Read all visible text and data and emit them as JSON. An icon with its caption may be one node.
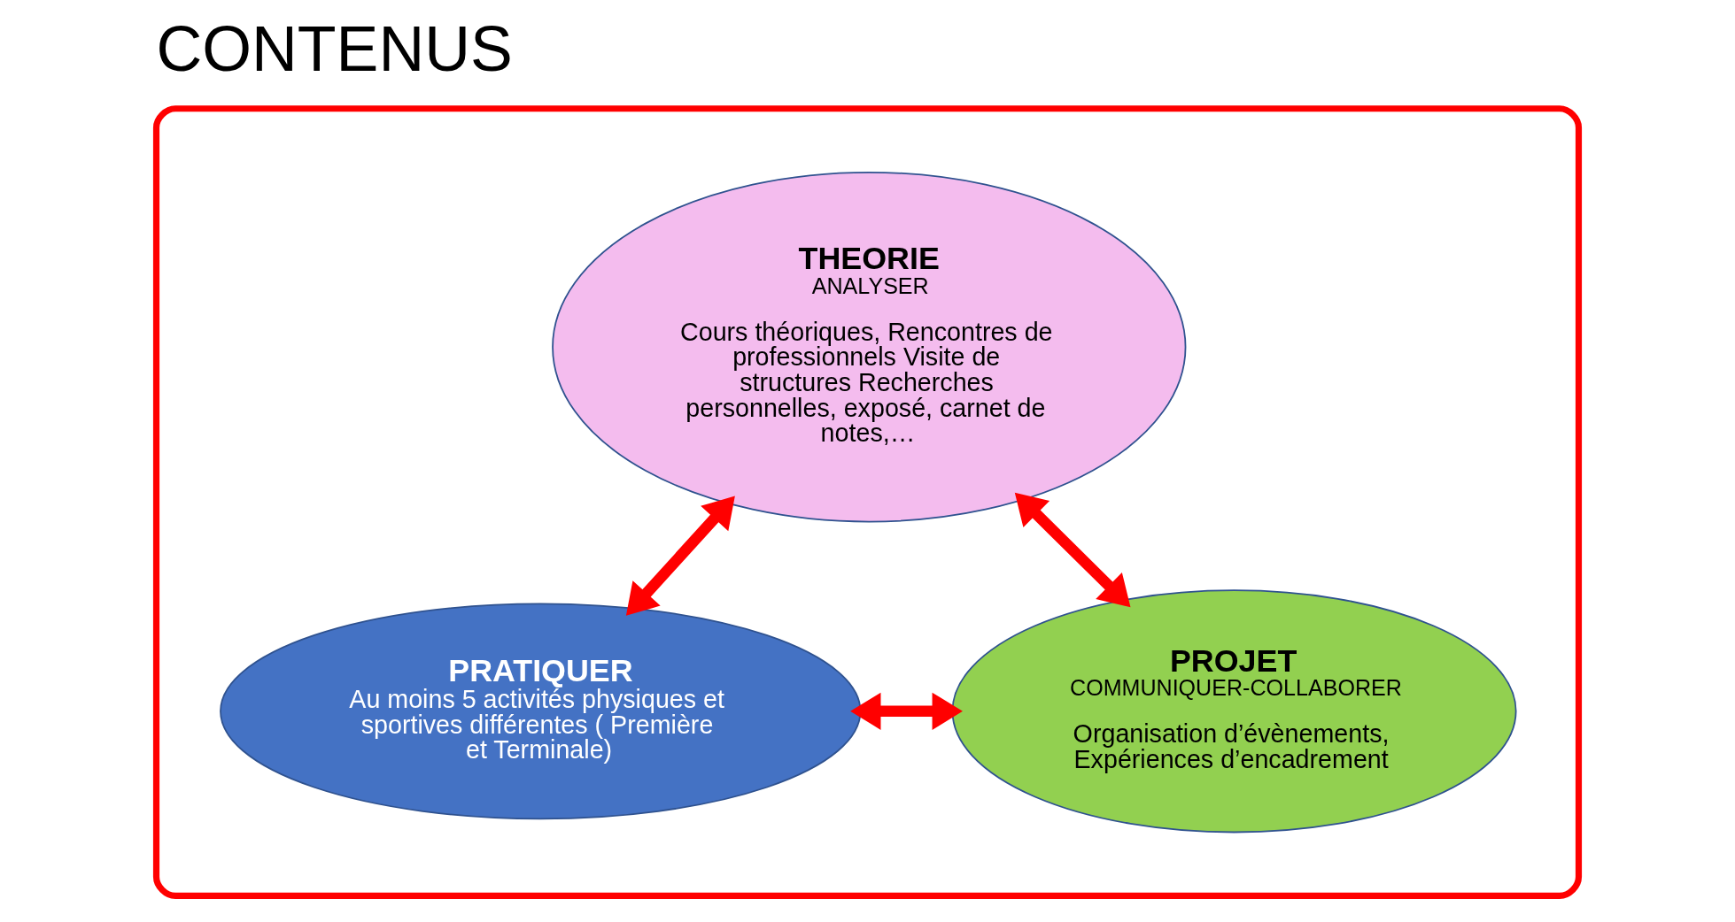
{
  "diagram": {
    "title": "CONTENUS",
    "nodes": [
      {
        "text": [],
        "shape": "ellipse"
      },
      {
        "text": [
          "THEORIE",
          "ANALYSER",
          "Cours théoriques, Rencontres de professionnels Visite de structures Recherches personnelles, exposé, carnet de notes,…"
        ],
        "in": 0
      },
      {
        "text": [
          "PRATIQUER",
          "Au moins 5 activités physiques et sportives différentes ( Première et Terminale)"
        ],
        "in": 0
      },
      {
        "text": [
          "PROJET",
          "COMMUNIQUER-COLLABORER",
          "Organisation d’évènements, Expériences d’encadrement"
        ],
        "in": 0
      }
    ],
    "edges": [
      {
        "from": 1,
        "to": 2,
        "arrow": "both"
      },
      {
        "from": 1,
        "to": 3,
        "arrow": "both"
      },
      {
        "from": 2,
        "to": 3,
        "arrow": "both"
      }
    ]
  }
}
